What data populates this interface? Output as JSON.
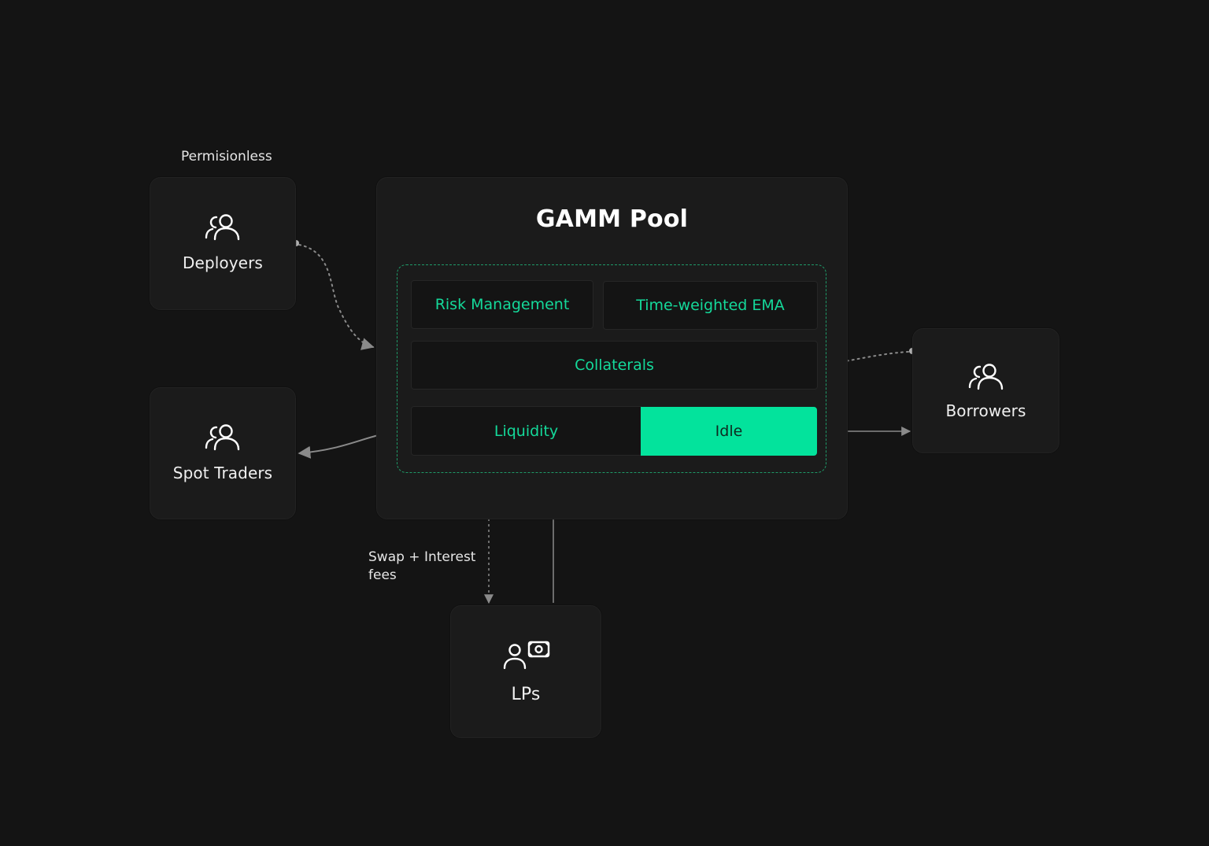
{
  "annotations": {
    "permissionless": "Permisionless",
    "fees": "Swap + Interest fees"
  },
  "actors": {
    "deployers": "Deployers",
    "spot_traders": "Spot Traders",
    "borrowers": "Borrowers",
    "lps": "LPs"
  },
  "pool": {
    "title": "GAMM Pool",
    "modules": {
      "risk_management": "Risk Management",
      "time_weighted_ema": "Time-weighted EMA",
      "collaterals": "Collaterals",
      "liquidity": "Liquidity",
      "idle": "Idle"
    }
  },
  "colors": {
    "background": "#141414",
    "card": "#1b1b1b",
    "accent": "#03e39c",
    "accent_text": "#14d99a",
    "arrow": "#8a8a8a"
  },
  "icons": {
    "deployers": "users-icon",
    "spot_traders": "users-icon",
    "borrowers": "users-icon",
    "lps": "user-money-icon"
  }
}
